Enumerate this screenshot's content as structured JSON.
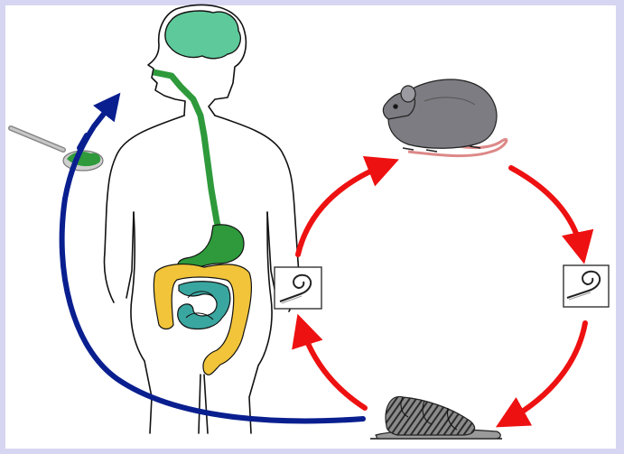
{
  "figure": {
    "kind": "life-cycle diagram",
    "caption": "",
    "labels": []
  },
  "elements": [
    {
      "id": "human",
      "icon": "human-body-outline-icon"
    },
    {
      "id": "brain",
      "icon": "brain-icon"
    },
    {
      "id": "digestive-tract",
      "icon": "digestive-tract-icon"
    },
    {
      "id": "spoon",
      "icon": "spoon-with-greens-icon"
    },
    {
      "id": "rat",
      "icon": "rat-icon"
    },
    {
      "id": "larva-right",
      "icon": "larva-box-icon"
    },
    {
      "id": "larva-left",
      "icon": "larva-box-icon"
    },
    {
      "id": "snail",
      "icon": "snail-icon"
    }
  ],
  "colors": {
    "cycle_arrow": "#ee1111",
    "infection_arrow": "#0a1f8f",
    "brain": "#5ec99a",
    "gut_upper": "#2e9a3b",
    "small_intestine": "#3aa6a0",
    "colon": "#f1c43a",
    "rat": "#7c7c82",
    "snail": "#6b6b6b"
  }
}
